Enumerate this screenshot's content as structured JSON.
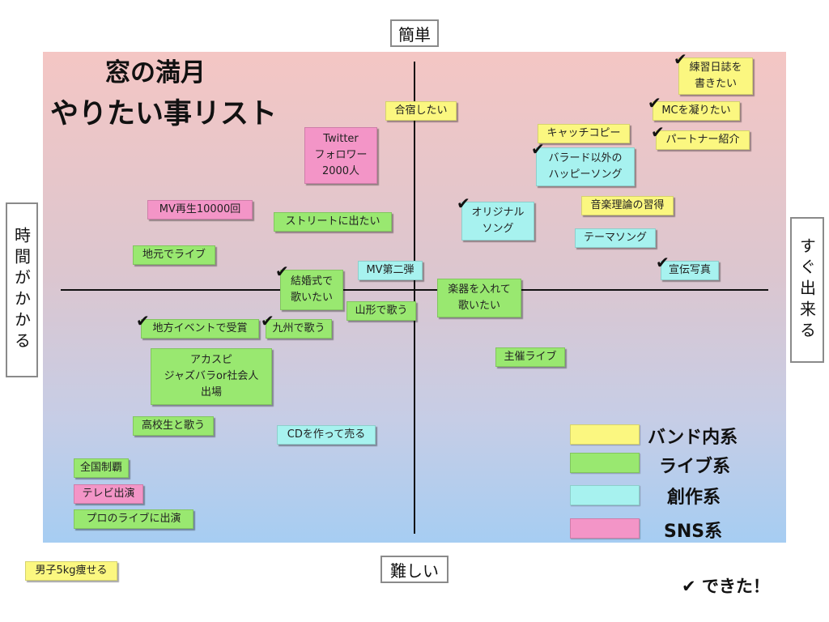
{
  "title": {
    "line1": "窓の満月",
    "line2": "やりたい事リスト"
  },
  "axes": {
    "top": "簡単",
    "bottom": "難しい",
    "left": "時間がかかる",
    "right": "すぐ出来る"
  },
  "colors": {
    "band": "#fbf780",
    "live": "#99e870",
    "create": "#a7f2ef",
    "sns": "#f395c7"
  },
  "legend": {
    "band": "バンド内系",
    "live": "ライブ系",
    "create": "創作系",
    "sns": "SNS系",
    "done": "✔ できた！"
  },
  "notes": [
    {
      "id": "renshu",
      "text": "練習日誌を\n書きたい",
      "category": "band",
      "done": true
    },
    {
      "id": "mc",
      "text": "MCを凝りたい",
      "category": "band",
      "done": true
    },
    {
      "id": "partner",
      "text": "パートナー紹介",
      "category": "band",
      "done": true
    },
    {
      "id": "gasshuku",
      "text": "合宿したい",
      "category": "band",
      "done": false
    },
    {
      "id": "catch",
      "text": "キャッチコピー",
      "category": "band",
      "done": false
    },
    {
      "id": "ballad",
      "text": "バラード以外の\nハッピーソング",
      "category": "create",
      "done": true
    },
    {
      "id": "riron",
      "text": "音楽理論の習得",
      "category": "band",
      "done": false
    },
    {
      "id": "original",
      "text": "オリジナル\nソング",
      "category": "create",
      "done": true
    },
    {
      "id": "theme",
      "text": "テーマソング",
      "category": "create",
      "done": false
    },
    {
      "id": "senden",
      "text": "宣伝写真",
      "category": "create",
      "done": true
    },
    {
      "id": "twitter",
      "text": "Twitter\nフォロワー\n2000人",
      "category": "sns",
      "done": false
    },
    {
      "id": "mvplay",
      "text": "MV再生10000回",
      "category": "sns",
      "done": false
    },
    {
      "id": "street",
      "text": "ストリートに出たい",
      "category": "live",
      "done": false
    },
    {
      "id": "jimoto",
      "text": "地元でライブ",
      "category": "live",
      "done": false
    },
    {
      "id": "mv2",
      "text": "MV第二弾",
      "category": "create",
      "done": false
    },
    {
      "id": "kekkon",
      "text": "結婚式で\n歌いたい",
      "category": "live",
      "done": true
    },
    {
      "id": "gakki",
      "text": "楽器を入れて\n歌いたい",
      "category": "live",
      "done": false
    },
    {
      "id": "yamagata",
      "text": "山形で歌う",
      "category": "live",
      "done": false
    },
    {
      "id": "chiho",
      "text": "地方イベントで受賞",
      "category": "live",
      "done": true
    },
    {
      "id": "kyushu",
      "text": "九州で歌う",
      "category": "live",
      "done": true
    },
    {
      "id": "shusai",
      "text": "主催ライブ",
      "category": "live",
      "done": false
    },
    {
      "id": "acaspi",
      "text": "アカスピ\nジャズバラor社会人\n出場",
      "category": "live",
      "done": false
    },
    {
      "id": "koukou",
      "text": "高校生と歌う",
      "category": "live",
      "done": false
    },
    {
      "id": "cd",
      "text": "CDを作って売る",
      "category": "create",
      "done": false
    },
    {
      "id": "zenkoku",
      "text": "全国制覇",
      "category": "live",
      "done": false
    },
    {
      "id": "tv",
      "text": "テレビ出演",
      "category": "sns",
      "done": false
    },
    {
      "id": "pro",
      "text": "プロのライブに出演",
      "category": "live",
      "done": false
    },
    {
      "id": "danshi",
      "text": "男子5kg痩せる",
      "category": "band",
      "done": false
    }
  ]
}
